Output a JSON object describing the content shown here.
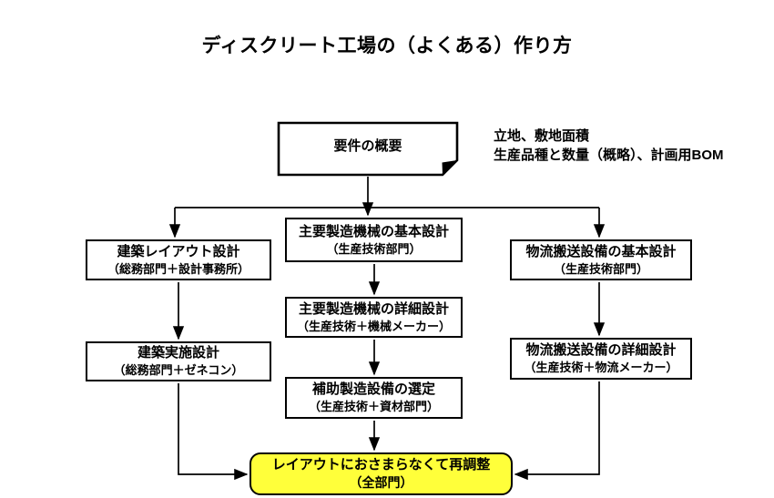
{
  "title": "ディスクリート工場の（よくある）作り方",
  "colors": {
    "line": "#000000",
    "box_fill": "#ffffff",
    "box_border": "#000000",
    "highlight_fill": "#ffff3a",
    "text": "#000000"
  },
  "flowchart": {
    "start": {
      "label": "要件の概要",
      "shape": "folded-corner-document"
    },
    "annotation": {
      "line1": "立地、敷地面積",
      "line2": "生産品種と数量（概略）、計画用BOM"
    },
    "left": [
      {
        "title": "建築レイアウト設計",
        "subtitle": "（総務部門＋設計事務所）"
      },
      {
        "title": "建築実施設計",
        "subtitle": "（総務部門＋ゼネコン）"
      }
    ],
    "middle": [
      {
        "title": "主要製造機械の基本設計",
        "subtitle": "（生産技術部門）"
      },
      {
        "title": "主要製造機械の詳細設計",
        "subtitle": "（生産技術＋機械メーカー）"
      },
      {
        "title": "補助製造設備の選定",
        "subtitle": "（生産技術＋資材部門）"
      }
    ],
    "right": [
      {
        "title": "物流搬送設備の基本設計",
        "subtitle": "（生産技術部門）"
      },
      {
        "title": "物流搬送設備の詳細設計",
        "subtitle": "（生産技術＋物流メーカー）"
      }
    ],
    "end": {
      "title": "レイアウトにおさまらなくて再調整",
      "subtitle": "（全部門）"
    }
  }
}
